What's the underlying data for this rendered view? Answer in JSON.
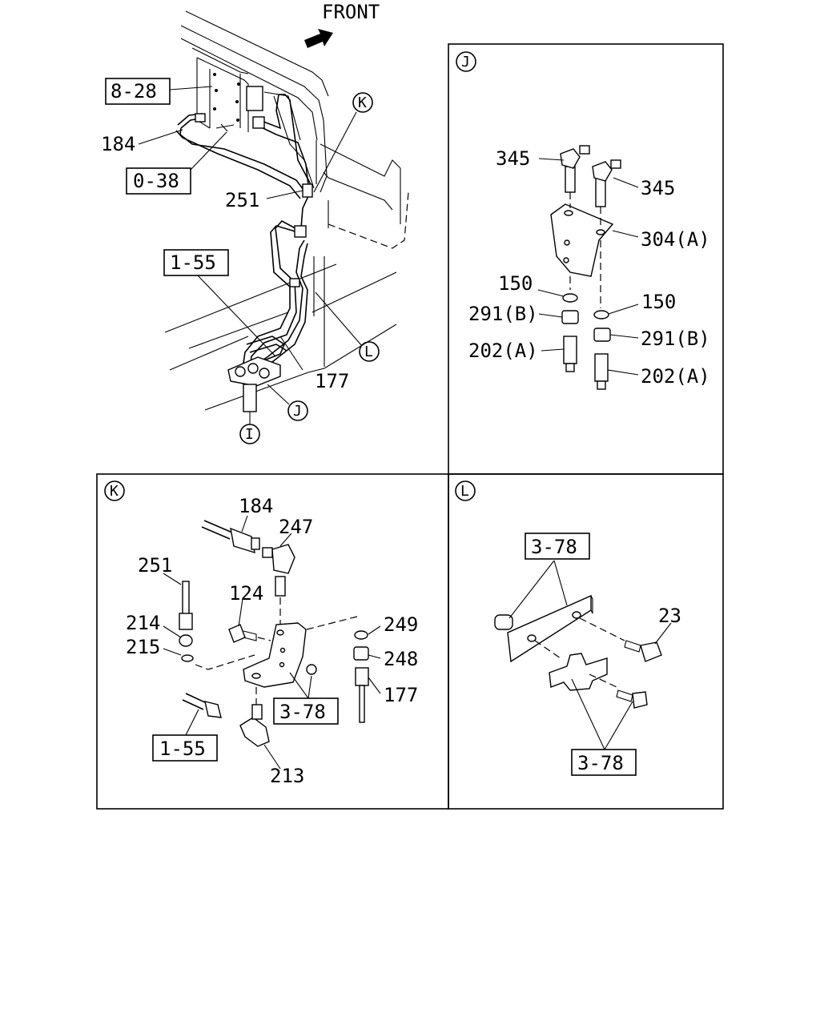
{
  "front_label": "FRONT",
  "main": {
    "ref_8_28": "8-28",
    "ref_0_38": "0-38",
    "ref_1_55": "1-55",
    "part_184": "184",
    "part_251": "251",
    "part_177": "177",
    "callout_k": "K",
    "callout_l": "L",
    "callout_j": "J",
    "callout_i": "I"
  },
  "panel_j": {
    "title": "J",
    "part_345_a": "345",
    "part_345_b": "345",
    "part_304": "304(A)",
    "part_150_a": "150",
    "part_150_b": "150",
    "part_291_a": "291(B)",
    "part_291_b": "291(B)",
    "part_202_a": "202(A)",
    "part_202_b": "202(A)"
  },
  "panel_k": {
    "title": "K",
    "part_184": "184",
    "part_247": "247",
    "part_251": "251",
    "part_124": "124",
    "part_214": "214",
    "part_215": "215",
    "part_249": "249",
    "part_248": "248",
    "part_177": "177",
    "ref_3_78": "3-78",
    "ref_1_55": "1-55",
    "part_213": "213"
  },
  "panel_l": {
    "title": "L",
    "ref_3_78_top": "3-78",
    "part_23": "23",
    "ref_3_78_bottom": "3-78"
  }
}
